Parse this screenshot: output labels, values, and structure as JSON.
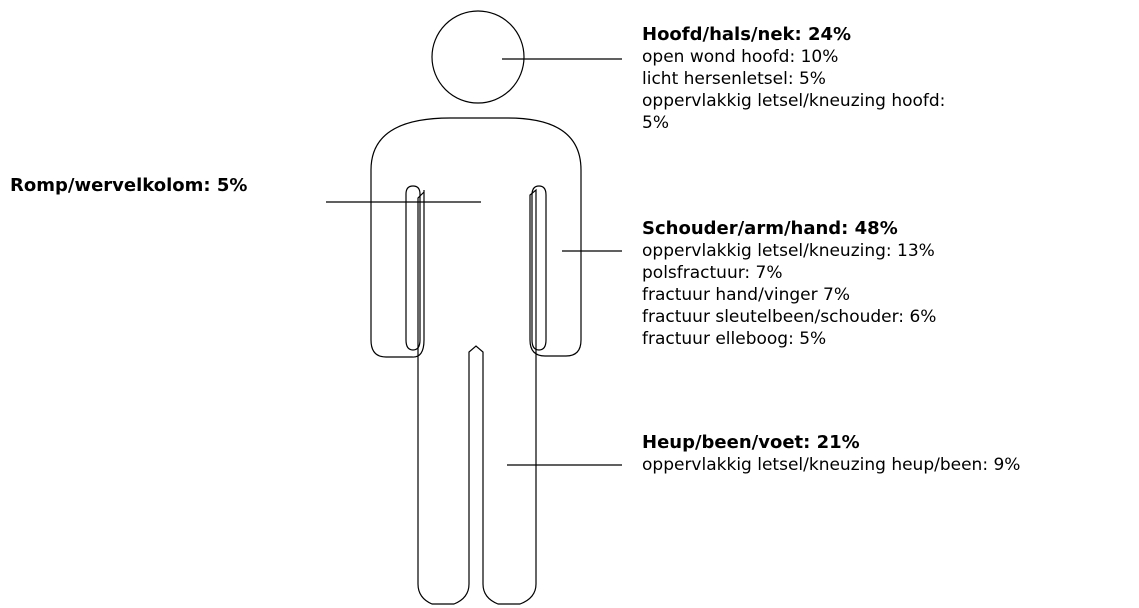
{
  "regions": {
    "head": {
      "title": "Hoofd/hals/nek: 24%",
      "lines": [
        "open wond hoofd: 10%",
        "licht hersenletsel: 5%",
        "oppervlakkig letsel/kneuzing hoofd:",
        "5%"
      ]
    },
    "trunk": {
      "title": "Romp/wervelkolom: 5%"
    },
    "arm": {
      "title": "Schouder/arm/hand: 48%",
      "lines": [
        "oppervlakkig letsel/kneuzing: 13%",
        "polsfractuur: 7%",
        "fractuur hand/vinger 7%",
        "fractuur sleutelbeen/schouder: 6%",
        "fractuur elleboog: 5%"
      ]
    },
    "leg": {
      "title": "Heup/been/voet: 21%",
      "lines": [
        "oppervlakkig letsel/kneuzing heup/been: 9%"
      ]
    }
  }
}
